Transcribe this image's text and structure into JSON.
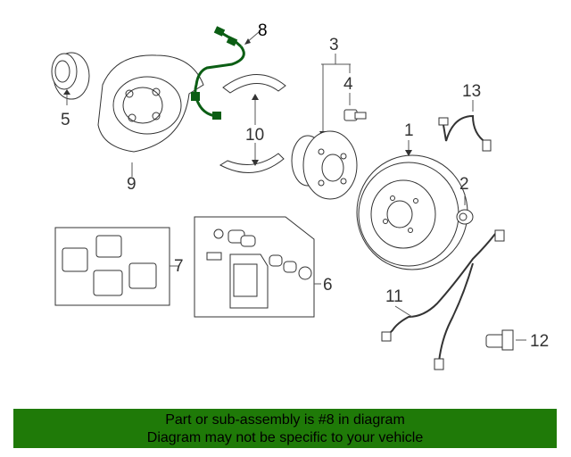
{
  "callouts": {
    "c1": "1",
    "c2": "2",
    "c3": "3",
    "c4": "4",
    "c5": "5",
    "c6": "6",
    "c7": "7",
    "c8": "8",
    "c9": "9",
    "c10": "10",
    "c11": "11",
    "c12": "12",
    "c13": "13"
  },
  "highlight_part": "8",
  "banner": {
    "line1": "Part or sub-assembly is #8 in diagram",
    "line2": "Diagram may not be specific to your vehicle"
  },
  "colors": {
    "banner_bg": "#1f7a08",
    "highlight_part": "#0b5e14"
  }
}
